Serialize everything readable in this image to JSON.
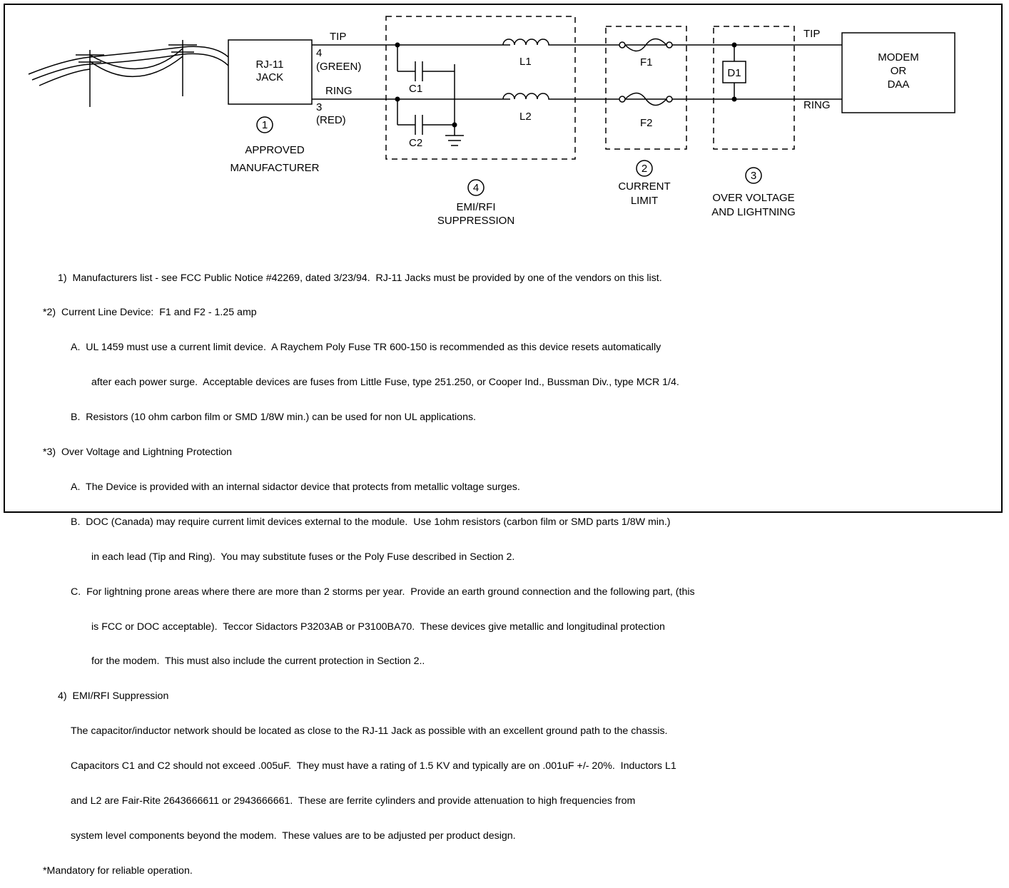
{
  "diagram": {
    "rj11_jack_line1": "RJ-11",
    "rj11_jack_line2": "JACK",
    "tip_left": "TIP",
    "pin4": "4",
    "green": "(GREEN)",
    "ring_left": "RING",
    "pin3": "3",
    "red": "(RED)",
    "c1": "C1",
    "c2": "C2",
    "l1": "L1",
    "l2": "L2",
    "f1": "F1",
    "f2": "F2",
    "d1": "D1",
    "tip_right": "TIP",
    "ring_right": "RING",
    "modem_line1": "MODEM",
    "modem_line2": "OR",
    "modem_line3": "DAA",
    "n1": "1",
    "n2": "2",
    "n3": "3",
    "n4": "4",
    "approved_line1": "APPROVED",
    "approved_line2": "MANUFACTURER",
    "emi_line1": "EMI/RFI",
    "emi_line2": "SUPPRESSION",
    "current_line1": "CURRENT",
    "current_line2": "LIMIT",
    "ov_line1": "OVER VOLTAGE",
    "ov_line2": "AND LIGHTNING"
  },
  "notes": [
    "1)  Manufacturers list - see FCC Public Notice #42269, dated 3/23/94.  RJ-11 Jacks must be provided by one of the vendors on this list.",
    "*2)  Current Line Device:  F1 and F2 - 1.25 amp",
    "A.  UL 1459 must use a current limit device.  A Raychem Poly Fuse TR 600-150 is recommended as this device resets automatically",
    "after each power surge.  Acceptable devices are fuses from Little Fuse, type 251.250, or Cooper Ind., Bussman Div., type MCR 1/4.",
    "B.  Resistors (10 ohm carbon film or SMD 1/8W min.) can be used for non UL applications.",
    "*3)  Over Voltage and Lightning Protection",
    "A.  The Device is provided with an internal sidactor device that protects from metallic voltage surges.",
    "B.  DOC (Canada) may require current limit devices external to the module.  Use 1ohm resistors (carbon film or SMD parts 1/8W min.)",
    "in each lead (Tip and Ring).  You may substitute fuses or the Poly Fuse described in Section 2.",
    "C.  For lightning prone areas where there are more than 2 storms per year.  Provide an earth ground connection and the following part, (this",
    "is FCC or DOC acceptable).  Teccor Sidactors P3203AB or P3100BA70.  These devices give metallic and longitudinal protection",
    "for the modem.  This must also include the current protection in Section 2..",
    "4)  EMI/RFI Suppression",
    "The capacitor/inductor network should be located as close to the RJ-11 Jack as possible with an excellent ground path to the chassis.",
    "Capacitors C1 and C2 should not exceed .005uF.  They must have a rating of 1.5 KV and typically are on .001uF +/- 20%.  Inductors L1",
    "and L2 are Fair-Rite 2643666611 or 2943666661.  These are ferrite cylinders and provide attenuation to high frequencies from",
    "system level components beyond the modem.  These values are to be adjusted per product design.",
    "*Mandatory for reliable operation."
  ]
}
